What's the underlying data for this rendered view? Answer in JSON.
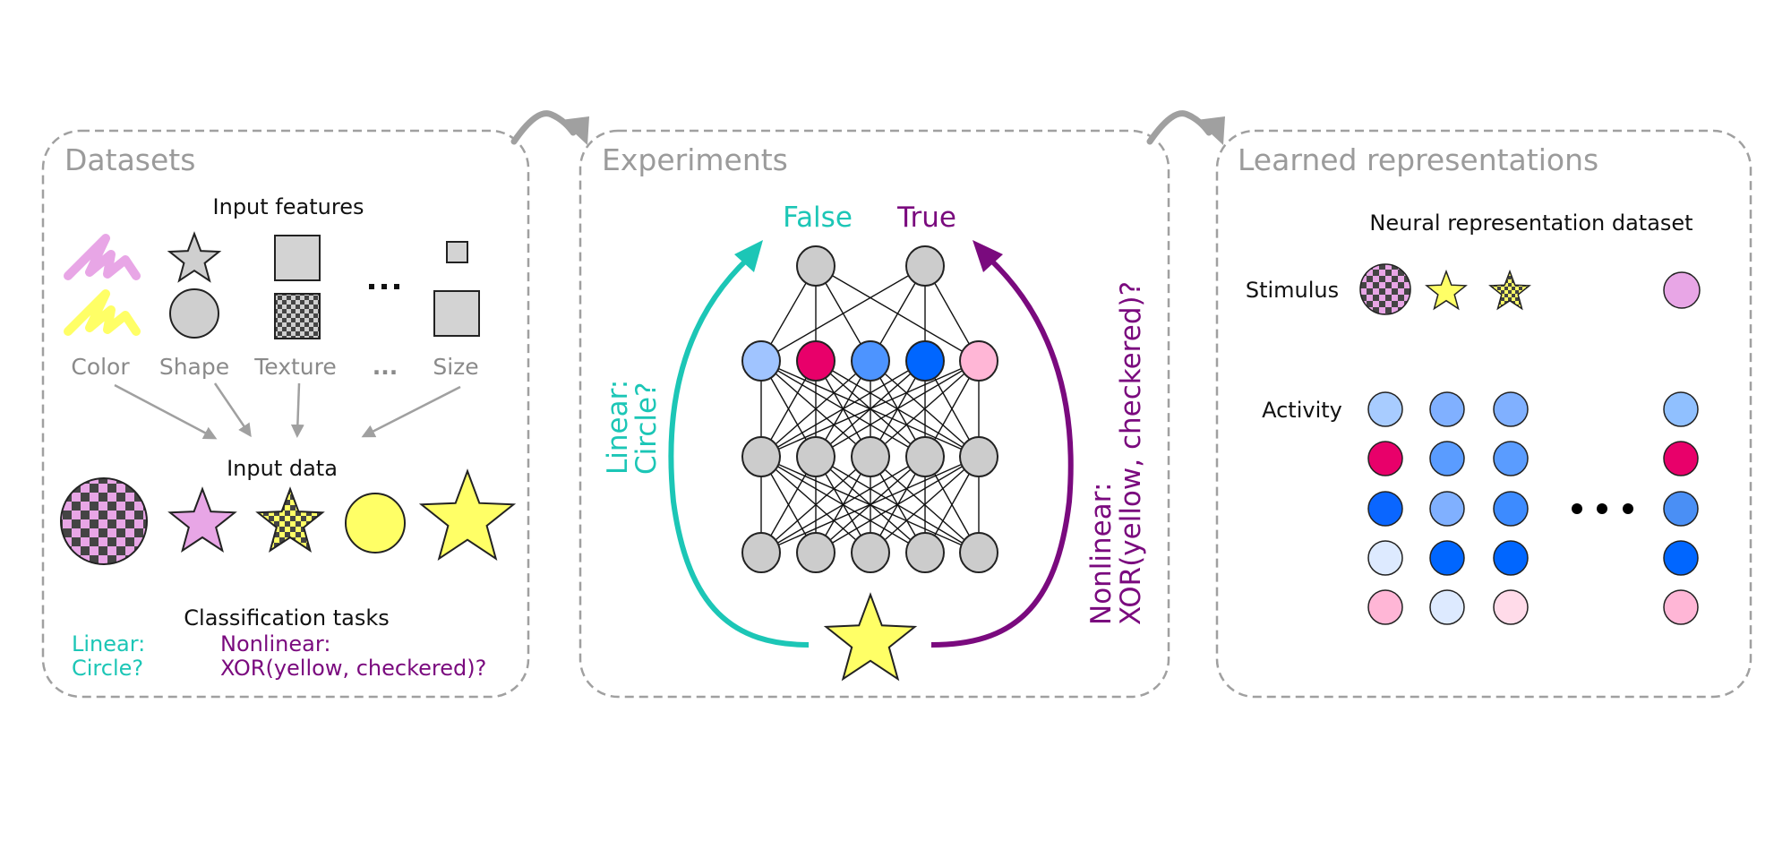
{
  "colors": {
    "panel_border": "#a0a0a0",
    "title_gray": "#9b9b9b",
    "teal": "#1cc6b6",
    "purple": "#7a0a7e",
    "node_gray": "#cccccc",
    "pink": "#e8a6e6",
    "yellow": "#ffff66",
    "checker_dark": "#444444"
  },
  "panels": {
    "datasets": {
      "title": "Datasets",
      "input_features_label": "Input features",
      "features": [
        {
          "label": "Color",
          "icons": [
            "pink-scribble",
            "yellow-scribble"
          ]
        },
        {
          "label": "Shape",
          "icons": [
            "star",
            "circle"
          ]
        },
        {
          "label": "Texture",
          "icons": [
            "plain-square",
            "checkered-square"
          ]
        },
        {
          "label": "...",
          "icons": [
            "ellipsis"
          ]
        },
        {
          "label": "Size",
          "icons": [
            "small-square",
            "large-square"
          ]
        }
      ],
      "ellipsis": "...",
      "input_data_label": "Input data",
      "input_data": [
        {
          "shape": "circle",
          "color": "pink",
          "texture": "checkered",
          "size": "large"
        },
        {
          "shape": "star",
          "color": "pink",
          "texture": "plain",
          "size": "medium"
        },
        {
          "shape": "star",
          "color": "yellow",
          "texture": "checkered",
          "size": "medium"
        },
        {
          "shape": "circle",
          "color": "yellow",
          "texture": "plain",
          "size": "medium"
        },
        {
          "shape": "star",
          "color": "yellow",
          "texture": "plain",
          "size": "large"
        }
      ],
      "classification_label": "Classification tasks",
      "linear_task": {
        "line1": "Linear:",
        "line2": "Circle?"
      },
      "nonlinear_task": {
        "line1": "Nonlinear:",
        "line2": "XOR(yellow, checkered)?"
      }
    },
    "experiments": {
      "title": "Experiments",
      "output_false": "False",
      "output_true": "True",
      "linear_label": {
        "line1": "Linear:",
        "line2": "Circle?"
      },
      "nonlinear_label": {
        "line1": "Nonlinear:",
        "line2": "XOR(yellow, checkered)?"
      },
      "network": {
        "output_nodes": 2,
        "hidden_colors": [
          "#a0c4ff",
          "#e8006a",
          "#4d94ff",
          "#0066ff",
          "#ffb6d6"
        ],
        "layers_gray": 2,
        "units_per_layer": 5,
        "output_connections": [
          [
            0,
            1,
            2,
            4
          ],
          [
            0,
            2,
            3,
            4
          ]
        ]
      },
      "input_stimulus": {
        "shape": "star",
        "color": "yellow"
      }
    },
    "learned": {
      "title": "Learned representations",
      "dataset_label": "Neural representation dataset",
      "stimulus_label": "Stimulus",
      "activity_label": "Activity",
      "ellipsis": "•••",
      "stimuli": [
        {
          "shape": "circle",
          "color": "pink",
          "texture": "checkered"
        },
        {
          "shape": "star",
          "color": "yellow",
          "texture": "plain"
        },
        {
          "shape": "star",
          "color": "yellow",
          "texture": "checkered"
        },
        {
          "shape": "circle",
          "color": "pink",
          "texture": "plain"
        }
      ],
      "activity_columns": [
        [
          "#a8ccff",
          "#e8006a",
          "#0a66ff",
          "#ddeaff",
          "#ffb6d6"
        ],
        [
          "#80b0ff",
          "#5a9cff",
          "#80b0ff",
          "#0066ff",
          "#ddeaff"
        ],
        [
          "#80b0ff",
          "#5a9cff",
          "#3d8bff",
          "#0066ff",
          "#ffdbe9"
        ],
        [
          "#90c0ff",
          "#e8006a",
          "#4a8ff5",
          "#0066ff",
          "#ffb6d6"
        ]
      ]
    }
  }
}
